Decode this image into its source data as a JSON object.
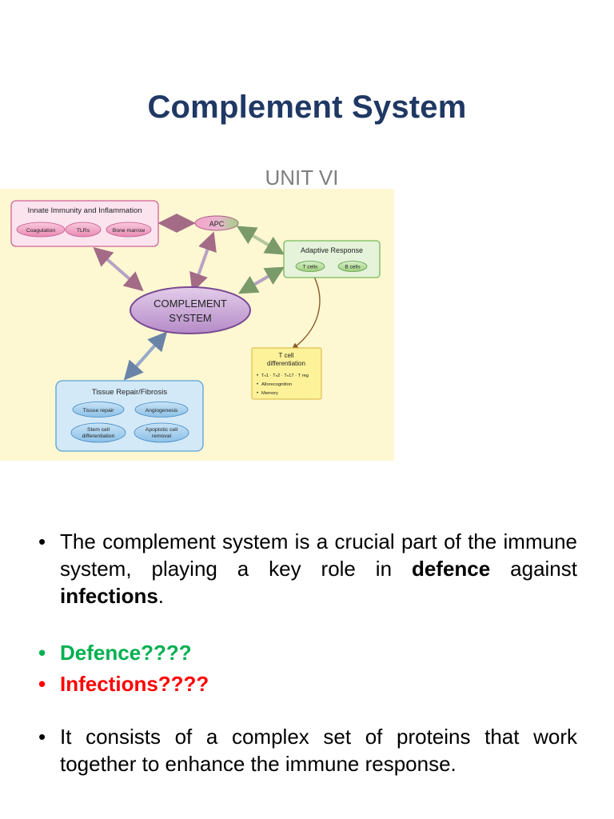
{
  "slide": {
    "title": "Complement System",
    "subtitle": "UNIT VI"
  },
  "diagram": {
    "innate": {
      "title": "Innate Immunity and Inflammation",
      "items": [
        "Coagulation",
        "TLRs",
        "Bone marrow"
      ]
    },
    "apc": "APC",
    "adaptive": {
      "title": "Adaptive Response",
      "items": [
        "T cells",
        "B cells"
      ]
    },
    "center": [
      "COMPLEMENT",
      "SYSTEM"
    ],
    "tcell": {
      "title_lines": [
        "T cell",
        "differentiation"
      ],
      "bullets": [
        "Tₙ1 · Tₙ2 · Tₙ17 · T reg",
        "Allorecognition",
        "Memory"
      ]
    },
    "repair": {
      "title": "Tissue Repair/Fibrosis",
      "items": [
        [
          "Tissue repair"
        ],
        [
          "Angiogenesis"
        ],
        [
          "Stem cell",
          "differentiation"
        ],
        [
          "Apoptotic cell",
          "removal"
        ]
      ]
    },
    "colors": {
      "background": "#fdf8d2",
      "innate_fill": "#fbe4ee",
      "innate_stroke": "#d0609a",
      "adaptive_fill": "#e4f3da",
      "adaptive_stroke": "#78b85a",
      "repair_fill": "#d3e9f8",
      "repair_stroke": "#5aa0d8",
      "tcell_fill": "#fdf29a",
      "tcell_stroke": "#d9b23a",
      "center_fill": "#c9a6d6",
      "center_stroke": "#7a4a92"
    }
  },
  "bullets": {
    "b1": {
      "dot": "•",
      "part1": "The complement system is a crucial part of the immune system, playing a key role in ",
      "bold1": "defence",
      "part2": " against ",
      "bold2": "infections",
      "part3": "."
    },
    "b2": {
      "dot": "•",
      "text": "Defence????"
    },
    "b3": {
      "dot": "•",
      "text": "Infections????"
    },
    "b4": {
      "dot": "•",
      "text": "It consists of a complex set of proteins that work together to enhance the immune response."
    }
  }
}
